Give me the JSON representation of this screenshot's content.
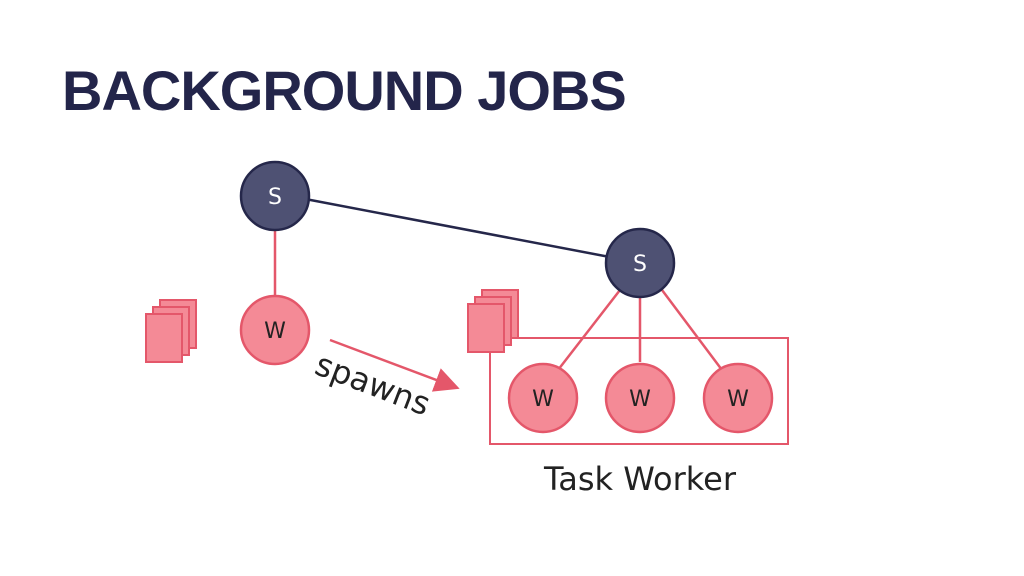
{
  "title": "BACKGROUND JOBS",
  "supervisors": [
    "S",
    "S"
  ],
  "worker": "W",
  "task_workers": [
    "W",
    "W",
    "W"
  ],
  "edge_label": "spawns",
  "group_label": "Task Worker",
  "colors": {
    "title": "#23254a",
    "supervisor_fill": "#4e5173",
    "supervisor_stroke": "#25274a",
    "worker_fill": "#f48a96",
    "worker_stroke": "#e4576a",
    "link": "#e4576a"
  }
}
